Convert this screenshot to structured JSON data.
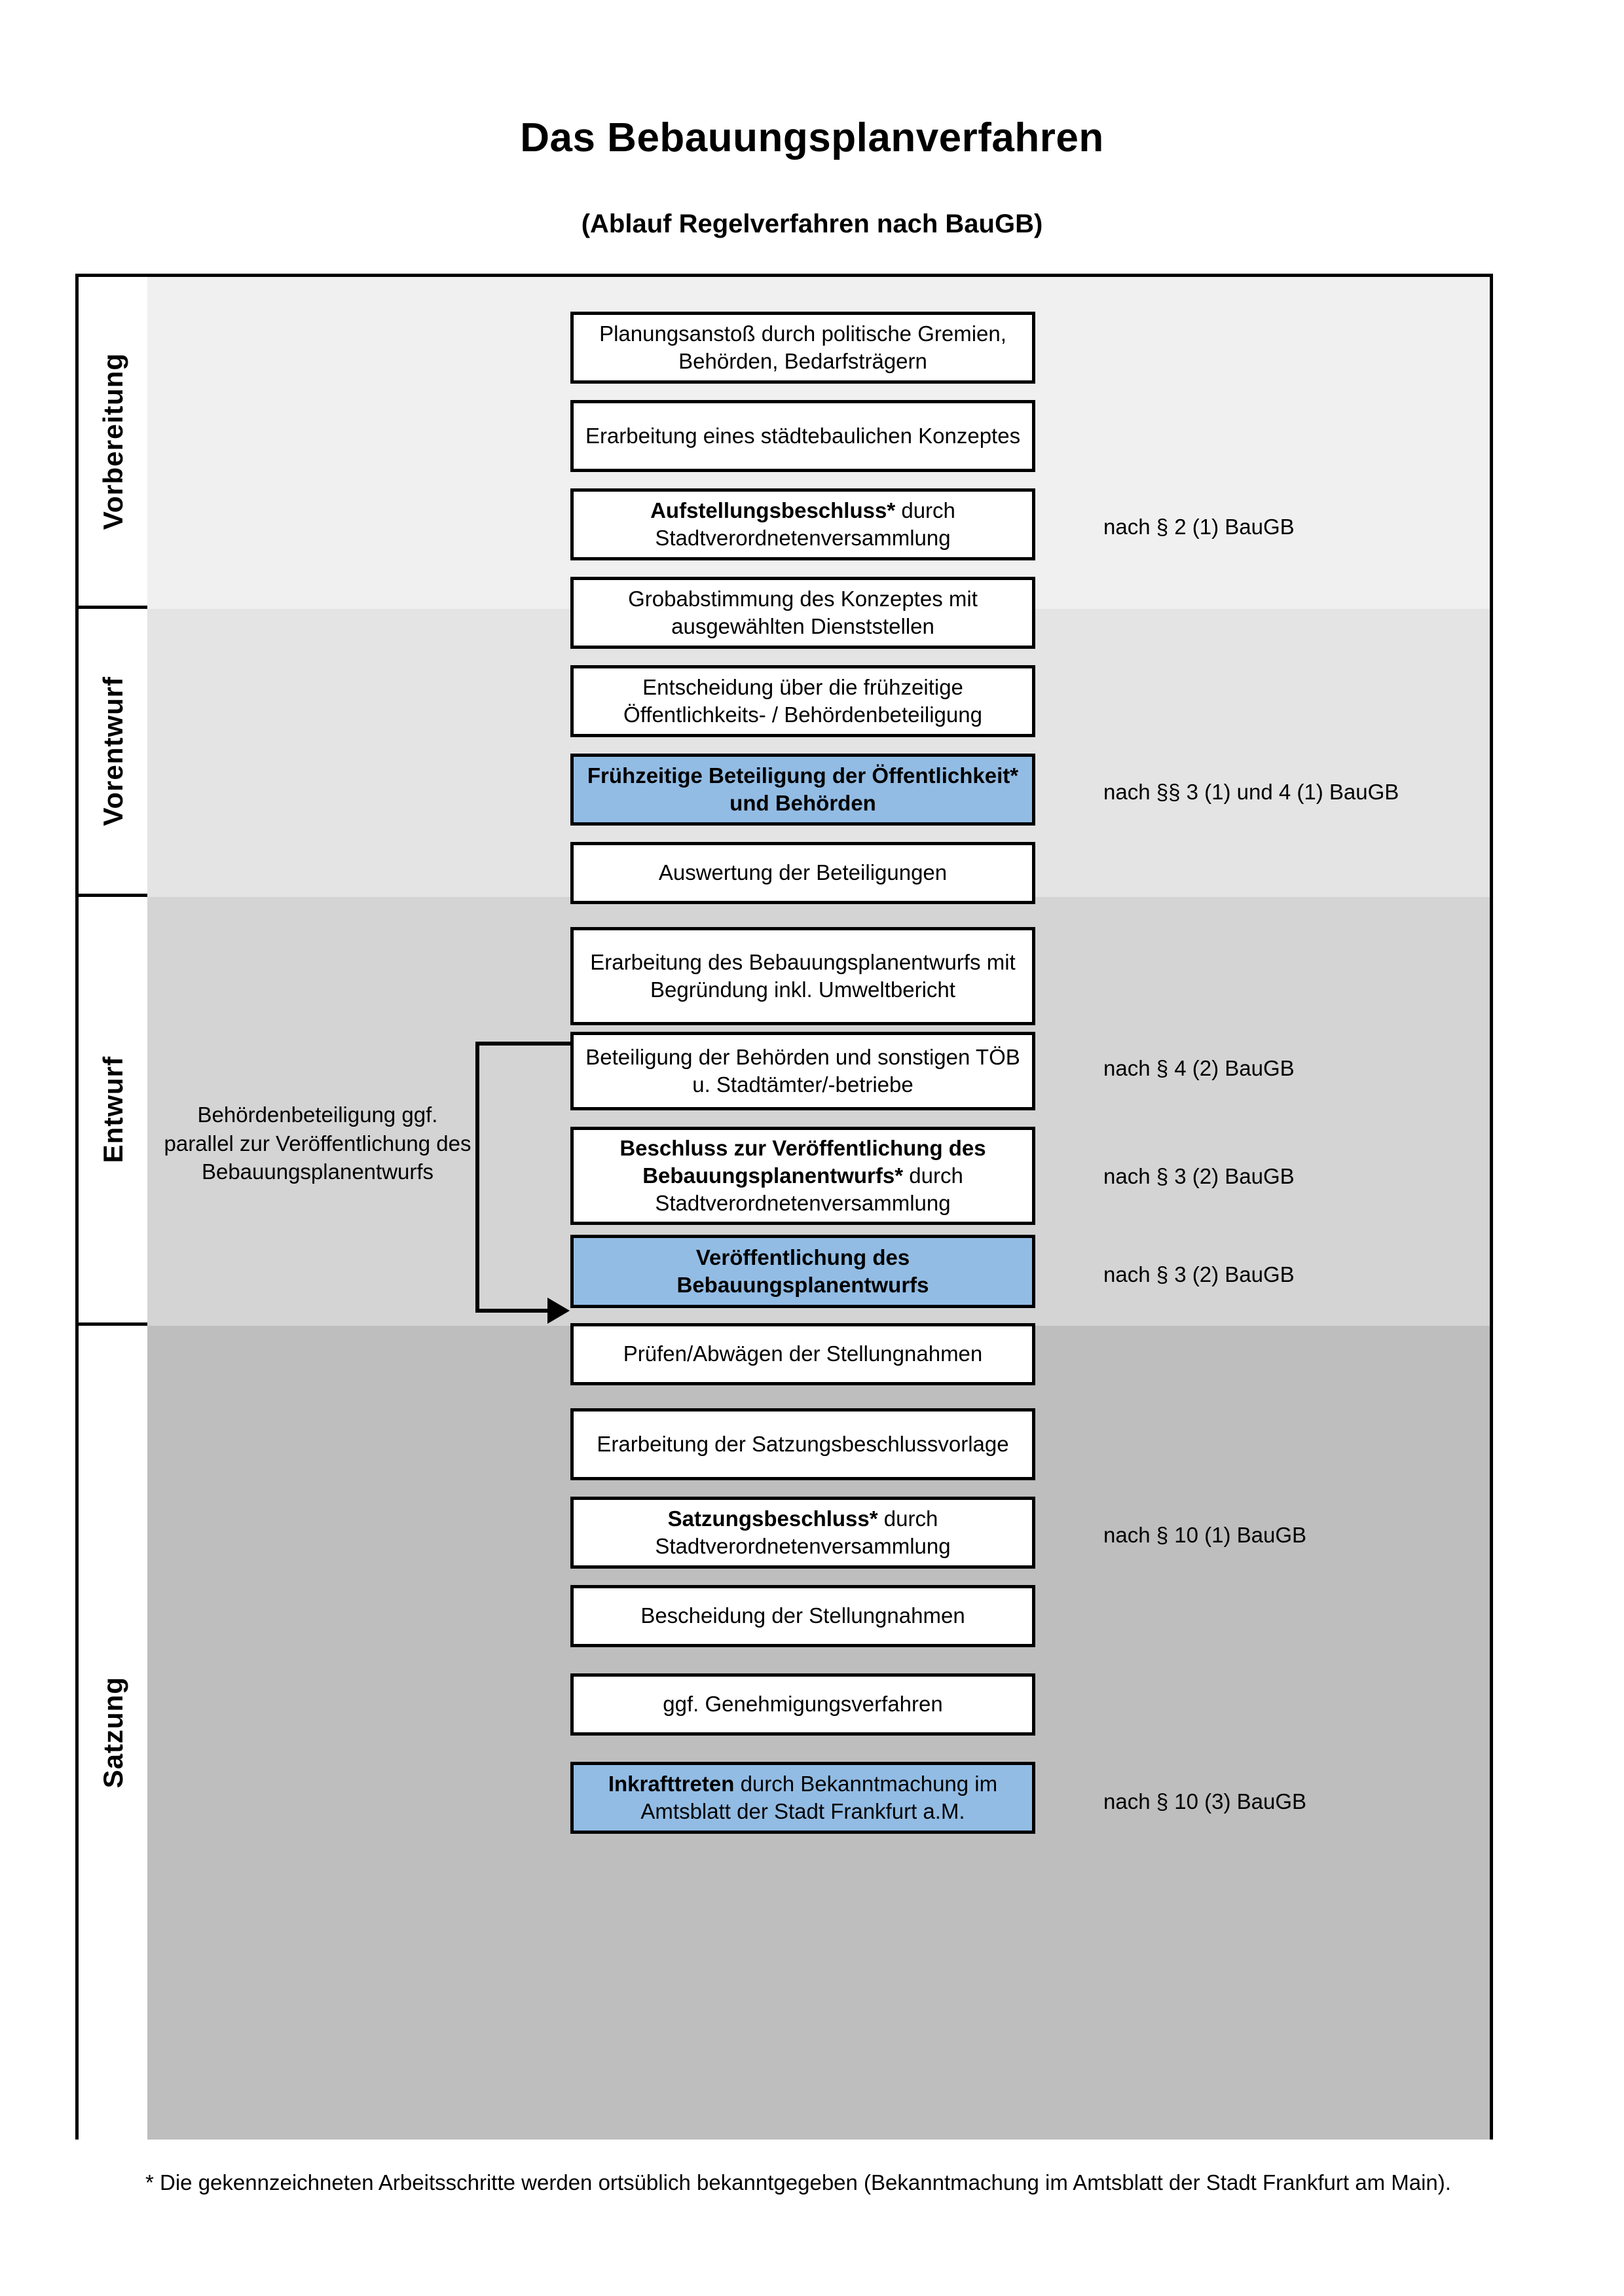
{
  "header": {
    "title": "Das Bebauungsplanverfahren",
    "subtitle": "(Ablauf Regelverfahren nach BauGB)"
  },
  "colors": {
    "highlight_box": "#92bce4",
    "band_vorbereitung": "#f0f0f0",
    "band_vorentwurf": "#e4e4e4",
    "band_entwurf": "#d4d4d4",
    "band_satzung": "#bebebe",
    "outline": "#000000"
  },
  "phases": [
    {
      "id": "vorbereitung",
      "label": "Vorbereitung"
    },
    {
      "id": "vorentwurf",
      "label": "Vorentwurf"
    },
    {
      "id": "entwurf",
      "label": "Entwurf"
    },
    {
      "id": "satzung",
      "label": "Satzung"
    }
  ],
  "steps": [
    {
      "id": "planungsanstoss",
      "phase": "vorbereitung",
      "bold": "",
      "text": "Planungsanstoß durch politische Gremien, Behörden, Bedarfsträgern",
      "highlight": false
    },
    {
      "id": "konzept",
      "phase": "vorbereitung",
      "bold": "",
      "text": "Erarbeitung eines städtebaulichen Konzeptes",
      "highlight": false
    },
    {
      "id": "aufstellung",
      "phase": "vorbereitung",
      "bold": "Aufstellungsbeschluss*",
      "text": " durch Stadtverordnetenversammlung",
      "highlight": false
    },
    {
      "id": "grobabstimmung",
      "phase": "vorentwurf",
      "bold": "",
      "text": "Grobabstimmung des Konzeptes mit ausgewählten Dienststellen",
      "highlight": false
    },
    {
      "id": "entscheidung",
      "phase": "vorentwurf",
      "bold": "",
      "text": "Entscheidung über die frühzeitige Öffentlichkeits- / Behördenbeteiligung",
      "highlight": false
    },
    {
      "id": "fruehbeteiligung",
      "phase": "vorentwurf",
      "bold": "Frühzeitige Beteiligung der Öffentlichkeit* und Behörden",
      "text": "",
      "highlight": true
    },
    {
      "id": "auswertung",
      "phase": "entwurf",
      "bold": "",
      "text": "Auswertung der Beteiligungen",
      "highlight": false
    },
    {
      "id": "erarbeitung_bp",
      "phase": "entwurf",
      "bold": "",
      "text": "Erarbeitung des Bebauungsplanentwurfs mit Begründung inkl. Umweltbericht",
      "highlight": false
    },
    {
      "id": "toeb",
      "phase": "entwurf",
      "bold": "",
      "text": "Beteiligung der Behörden und sonstigen TÖB u. Stadtämter/-betriebe",
      "highlight": false
    },
    {
      "id": "beschluss_veroeff",
      "phase": "entwurf",
      "bold": "Beschluss zur Veröffentlichung des Bebauungsplanentwurfs*",
      "text": " durch Stadtverordnetenversammlung",
      "highlight": false
    },
    {
      "id": "veroeffentlichung",
      "phase": "entwurf",
      "bold": "Veröffentlichung des Bebauungsplanentwurfs",
      "text": "",
      "highlight": true
    },
    {
      "id": "pruefen",
      "phase": "satzung",
      "bold": "",
      "text": "Prüfen/Abwägen der Stellungnahmen",
      "highlight": false
    },
    {
      "id": "satzungsvorlage",
      "phase": "satzung",
      "bold": "",
      "text": "Erarbeitung der Satzungsbeschlussvorlage",
      "highlight": false
    },
    {
      "id": "satzungsbeschluss",
      "phase": "satzung",
      "bold": "Satzungsbeschluss*",
      "text": " durch Stadtverordnetenversammlung",
      "highlight": false
    },
    {
      "id": "bescheidung",
      "phase": "satzung",
      "bold": "",
      "text": "Bescheidung der Stellungnahmen",
      "highlight": false
    },
    {
      "id": "genehmigung",
      "phase": "satzung",
      "bold": "",
      "text": "ggf. Genehmigungsverfahren",
      "highlight": false
    },
    {
      "id": "inkrafttreten",
      "phase": "satzung",
      "bold": "Inkrafttreten",
      "text": " durch Bekanntmachung im Amtsblatt der Stadt Frankfurt a.M.",
      "highlight": true
    }
  ],
  "legal_notes": [
    {
      "id": "legal-2-1",
      "text": "nach § 2 (1) BauGB"
    },
    {
      "id": "legal-3-1",
      "text": "nach §§ 3 (1) und 4 (1) BauGB"
    },
    {
      "id": "legal-4-2",
      "text": "nach § 4 (2) BauGB"
    },
    {
      "id": "legal-3-2a",
      "text": "nach § 3 (2) BauGB"
    },
    {
      "id": "legal-3-2b",
      "text": "nach § 3 (2) BauGB"
    },
    {
      "id": "legal-10-1",
      "text": "nach § 10 (1) BauGB"
    },
    {
      "id": "legal-10-3",
      "text": "nach § 10 (3) BauGB"
    }
  ],
  "side_note": "Behördenbeteiligung ggf. parallel zur Veröffentlichung des Bebauungsplanentwurfs",
  "footnote": "* Die gekennzeichneten Arbeitsschritte werden ortsüblich bekanntgegeben (Bekanntmachung im Amtsblatt  der Stadt Frankfurt am Main)."
}
